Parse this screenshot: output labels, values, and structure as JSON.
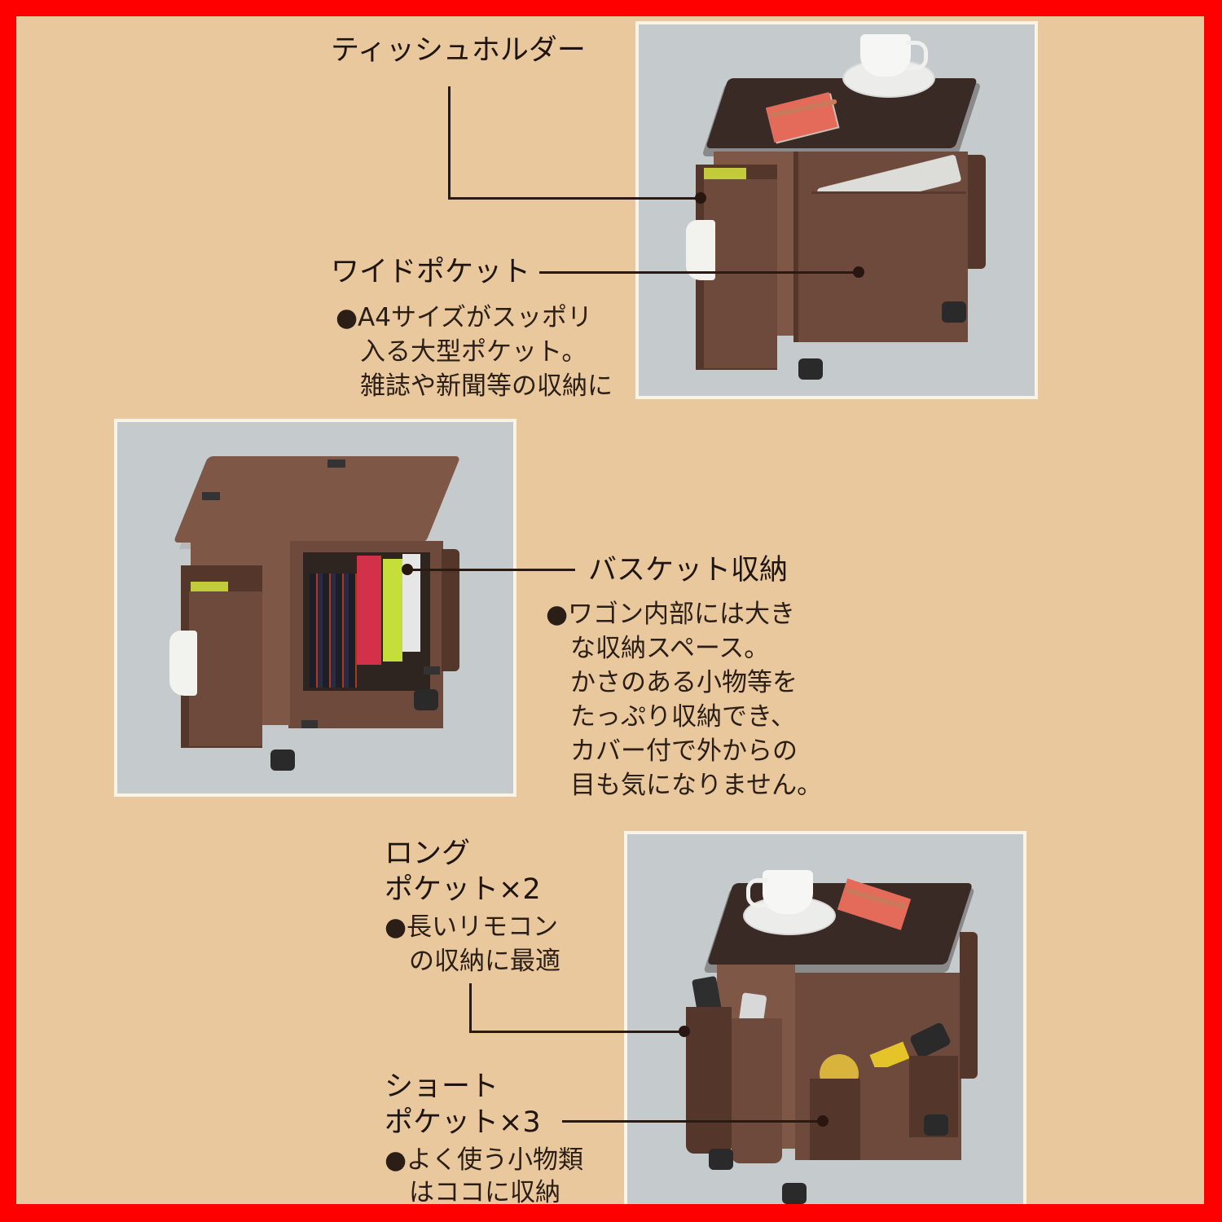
{
  "page": {
    "border_color": "#ff0000",
    "background_color": "#e8c89c",
    "photo_background": "#c5cacc",
    "fabric_color": "#6e4a3c"
  },
  "sections": [
    {
      "id": "tissue-holder",
      "title": "ティッシュホルダー",
      "description": ""
    },
    {
      "id": "wide-pocket",
      "title": "ワイドポケット",
      "description_lines": [
        "●A4サイズがスッポリ",
        "入る大型ポケット。",
        "雑誌や新聞等の収納に"
      ]
    },
    {
      "id": "basket-storage",
      "title": "バスケット収納",
      "description_lines": [
        "●ワゴン内部には大き",
        "な収納スペース。",
        "かさのある小物等を",
        "たっぷり収納でき、",
        "カバー付で外からの",
        "目も気になりません。"
      ]
    },
    {
      "id": "long-pocket",
      "title_lines": [
        "ロング",
        "ポケット×2"
      ],
      "description_lines": [
        "●長いリモコン",
        "の収納に最適"
      ]
    },
    {
      "id": "short-pocket",
      "title_lines": [
        "ショート",
        "ポケット×3"
      ],
      "description_lines": [
        "●よく使う小物類",
        "はココに収納"
      ]
    }
  ],
  "photos": [
    {
      "id": "wagon-front-with-top",
      "depicts": "brown fabric side wagon with dark top, cup and saucer, notebook with pencil, newspaper in wide pocket, tissue in side holder"
    },
    {
      "id": "wagon-open-basket",
      "depicts": "wagon with fabric cover lifted showing DVDs and binders inside"
    },
    {
      "id": "wagon-side-pockets",
      "depicts": "wagon side with long pockets holding remotes and short pockets holding small items"
    }
  ]
}
